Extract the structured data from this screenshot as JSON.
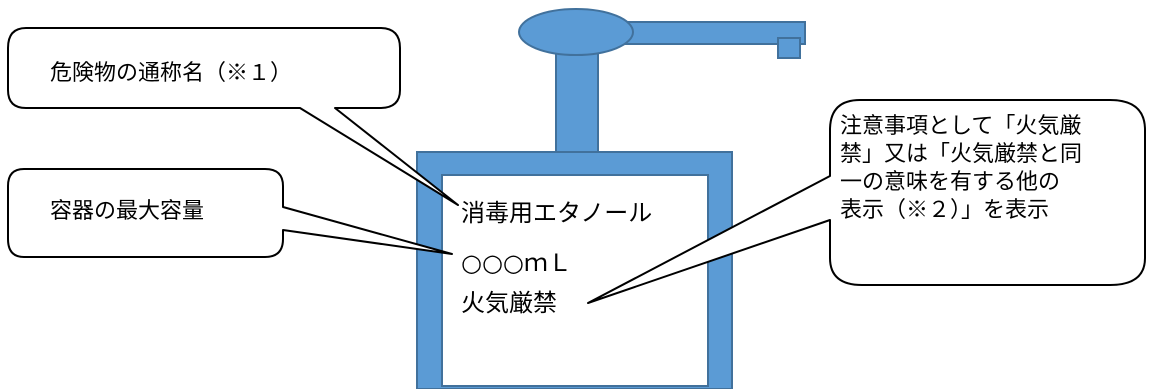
{
  "bottle_label": {
    "product_name": "消毒用エタノール",
    "capacity": "○○○ｍＬ",
    "warning": "火気厳禁"
  },
  "callouts": {
    "common_name": "危険物の通称名（※１）",
    "max_capacity": "容器の最大容量",
    "caution_lines": [
      "注意事項として「火気厳",
      "禁」又は「火気厳禁と同",
      "一の意味を有する他の",
      "表示（※２）」を表示"
    ]
  },
  "colors": {
    "bottle_fill": "#5b9bd5",
    "bottle_stroke": "#41719c",
    "label_fill": "#ffffff",
    "callout_stroke": "#000000"
  }
}
